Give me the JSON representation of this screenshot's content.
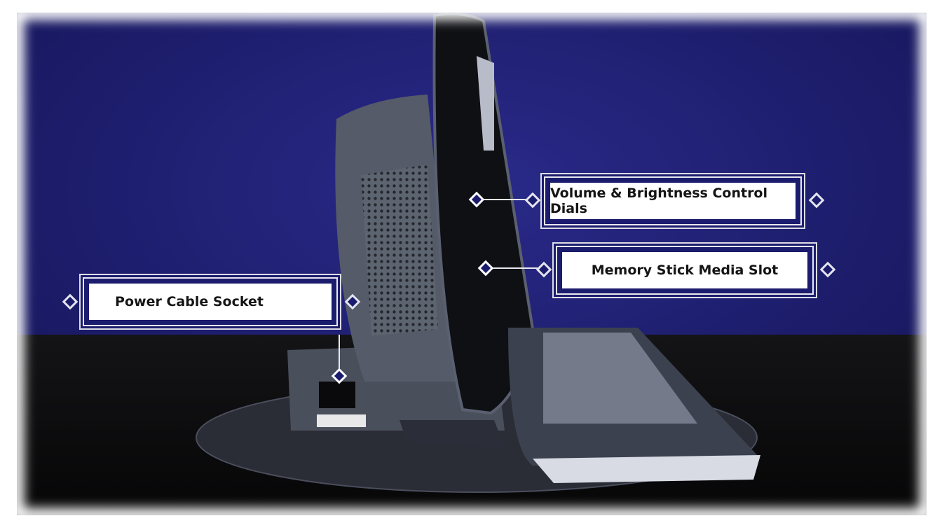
{
  "labels": {
    "volume": "Volume & Brightness Control Dials",
    "memory": "Memory Stick Media Slot",
    "power": "Power Cable Socket"
  },
  "colors": {
    "backdrop": "#1f1f72",
    "table": "#0c0c0e",
    "label_frame": "#1c1c6e"
  }
}
